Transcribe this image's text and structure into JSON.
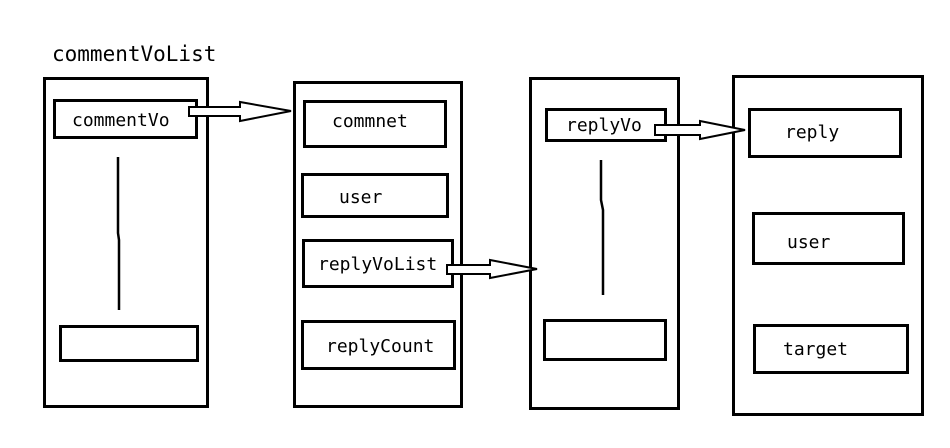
{
  "diagram": {
    "title": "commentVoList",
    "columns": [
      {
        "items": [
          {
            "text": "commentVo"
          },
          {
            "text": ""
          }
        ]
      },
      {
        "items": [
          {
            "text": "commnet"
          },
          {
            "text": "user"
          },
          {
            "text": "replyVoList"
          },
          {
            "text": "replyCount"
          }
        ]
      },
      {
        "items": [
          {
            "text": "replyVo"
          },
          {
            "text": ""
          }
        ]
      },
      {
        "items": [
          {
            "text": "reply"
          },
          {
            "text": "user"
          },
          {
            "text": "target"
          }
        ]
      }
    ]
  }
}
